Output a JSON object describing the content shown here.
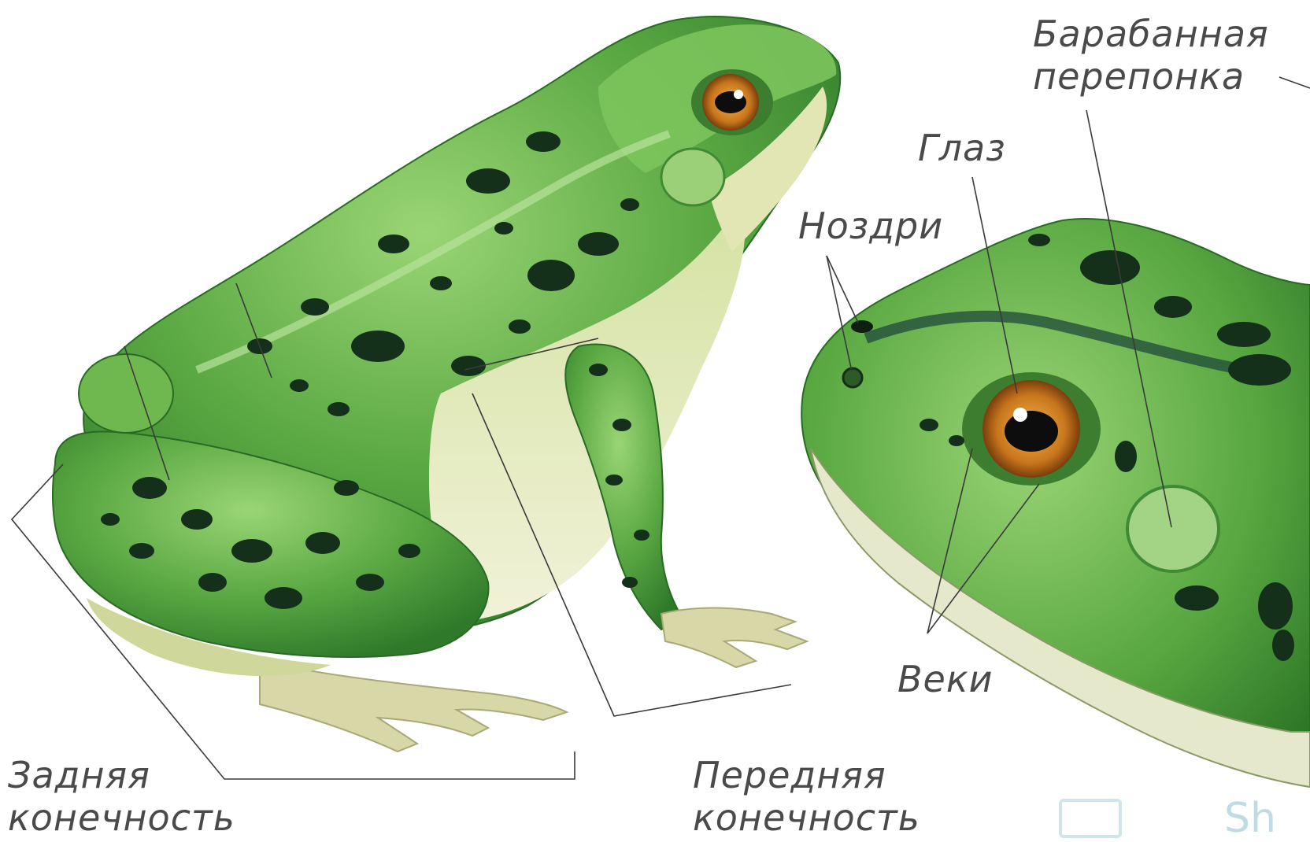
{
  "labels": {
    "tympanum_line1": "Барабанная",
    "tympanum_line2": "перепонка",
    "eye": "Глаз",
    "nostrils": "Ноздри",
    "eyelids": "Веки",
    "hind_limb_line1": "Задняя",
    "hind_limb_line2": "конечность",
    "fore_limb_line1": "Передняя",
    "fore_limb_line2": "конечность"
  },
  "watermark": "Sh",
  "colors": {
    "frog_green": "#5aa843",
    "frog_light": "#8ccf6a",
    "frog_dark": "#2f7a2a",
    "spot": "#14301a",
    "belly": "#e9ecc2",
    "eye_iris": "#c8761c",
    "label_text": "#4a4a4a",
    "leader_line": "#3a3a3a"
  }
}
